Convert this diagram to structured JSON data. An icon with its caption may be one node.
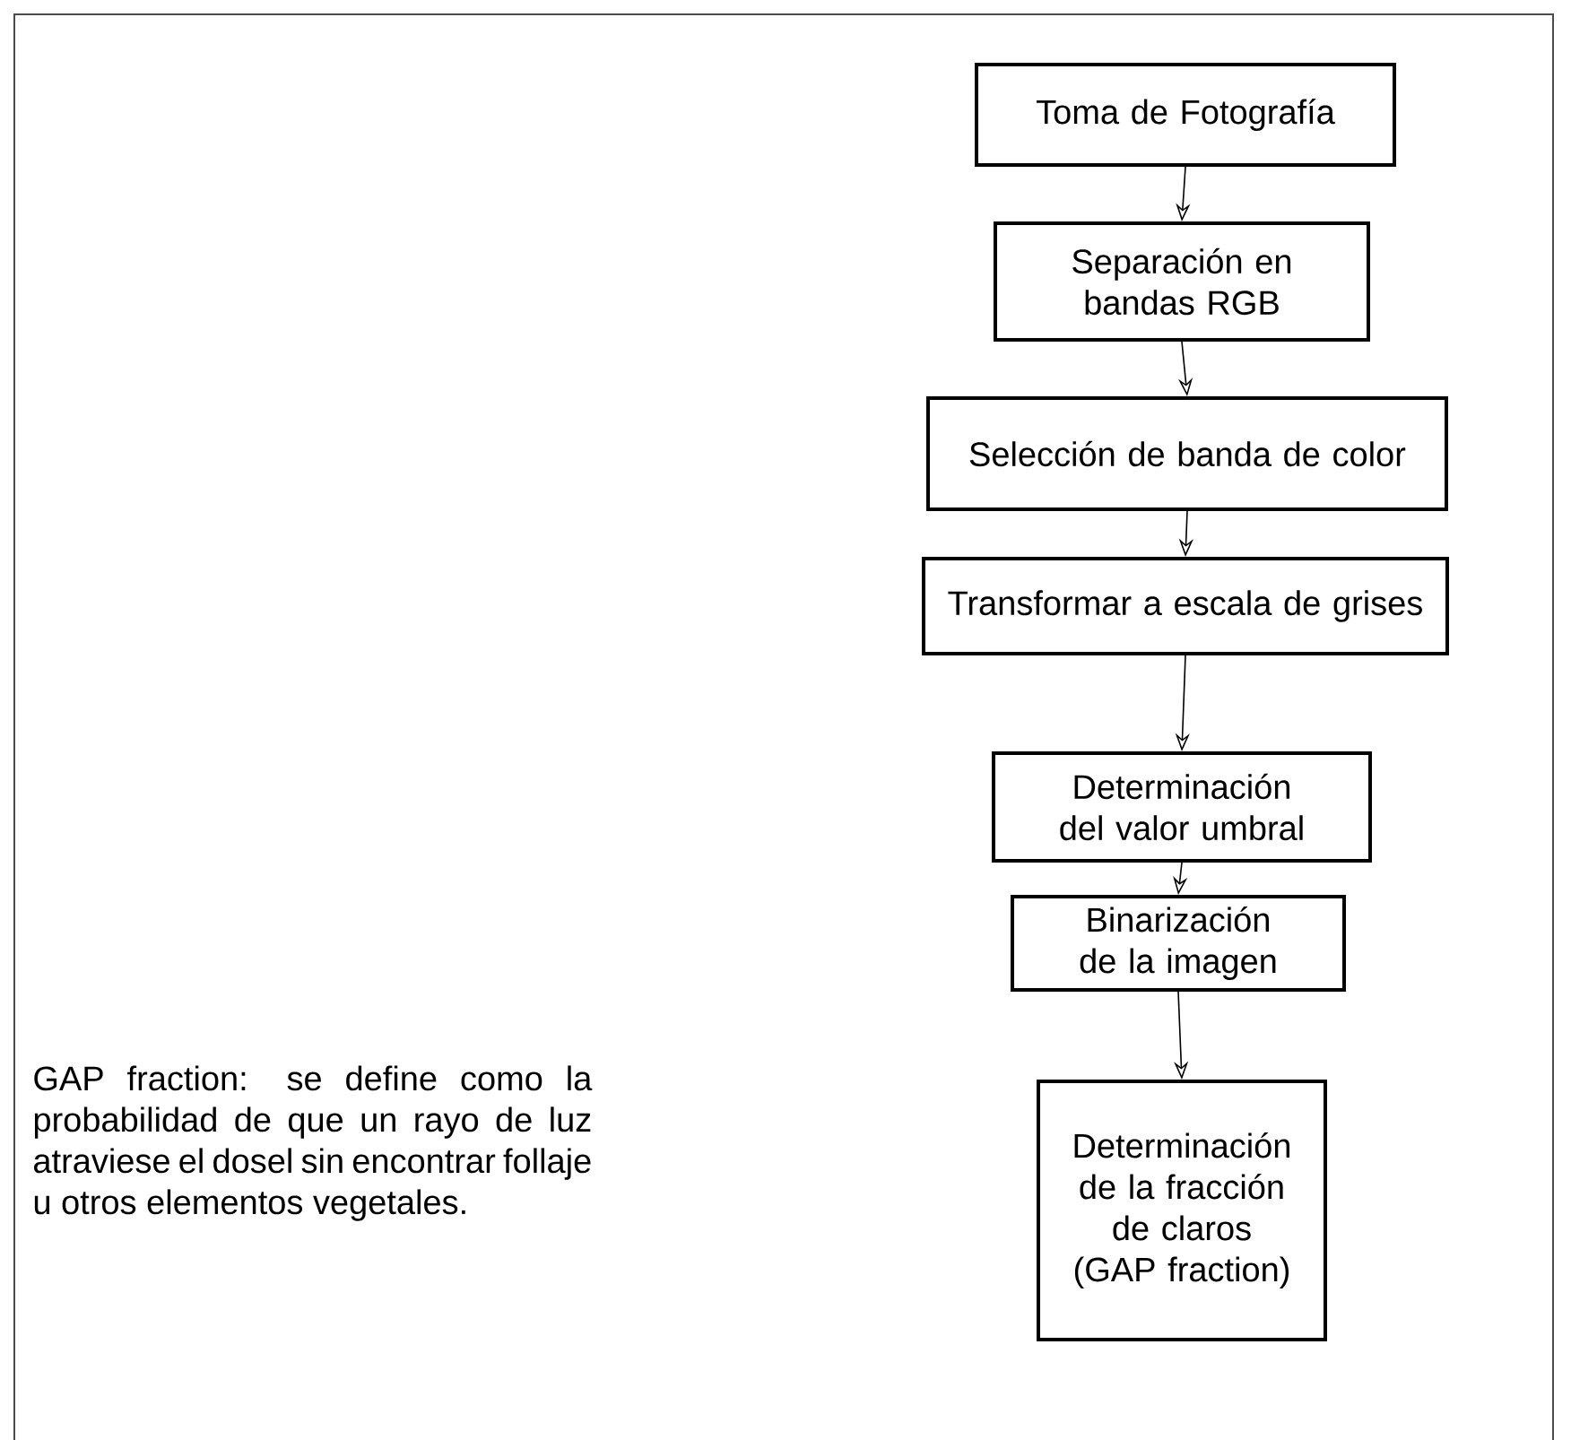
{
  "diagram": {
    "nodes": [
      {
        "text": [
          "Toma de Fotografía"
        ]
      },
      {
        "text": [
          "Separación en bandas RGB"
        ]
      },
      {
        "text": [
          "Selección de banda de color"
        ]
      },
      {
        "text": [
          "Transformar a escala de grises"
        ]
      },
      {
        "text": [
          "Determinación del valor umbral"
        ]
      },
      {
        "text": [
          "Binarización de la imagen"
        ]
      },
      {
        "text": [
          "Determinación de la fracción de claros (GAP fraction)"
        ]
      }
    ],
    "edges": [
      {
        "from": 0,
        "to": 1,
        "arrow": "to"
      },
      {
        "from": 1,
        "to": 2,
        "arrow": "to"
      },
      {
        "from": 2,
        "to": 3,
        "arrow": "to"
      },
      {
        "from": 3,
        "to": 4,
        "arrow": "to"
      },
      {
        "from": 4,
        "to": 5,
        "arrow": "to"
      },
      {
        "from": 5,
        "to": 6,
        "arrow": "to"
      }
    ],
    "labels": [
      "GAP fraction: se define como la probabilidad de que un rayo de luz atraviese el dosel sin encontrar follaje u otros elementos vegetales."
    ]
  }
}
